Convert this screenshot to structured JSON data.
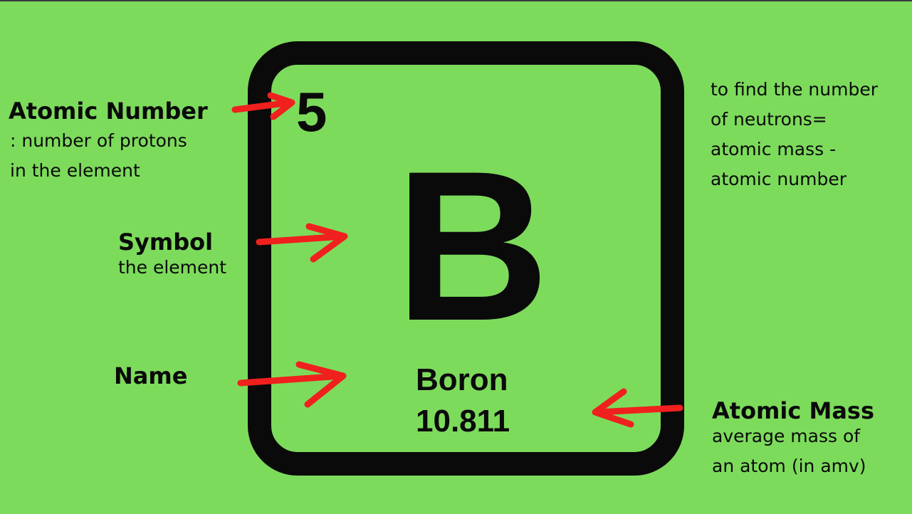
{
  "element": {
    "atomic_number": "5",
    "symbol": "B",
    "name": "Boron",
    "atomic_mass": "10.811"
  },
  "labels": {
    "atomic_number": {
      "title": "Atomic Number",
      "desc_line1": ": number of protons",
      "desc_line2": "in the element"
    },
    "symbol": {
      "title": "Symbol",
      "desc_line1": "the element"
    },
    "name": {
      "title": "Name"
    },
    "atomic_mass": {
      "title": "Atomic Mass",
      "desc_line1": "average mass of",
      "desc_line2": "an atom (in amv)"
    }
  },
  "note": {
    "line1": "to find the number",
    "line2": "of neutrons=",
    "line3": "atomic mass -",
    "line4": "atomic number"
  },
  "colors": {
    "background": "#7ddb5c",
    "ink": "#0a0a0a",
    "arrow": "#f0201e"
  }
}
